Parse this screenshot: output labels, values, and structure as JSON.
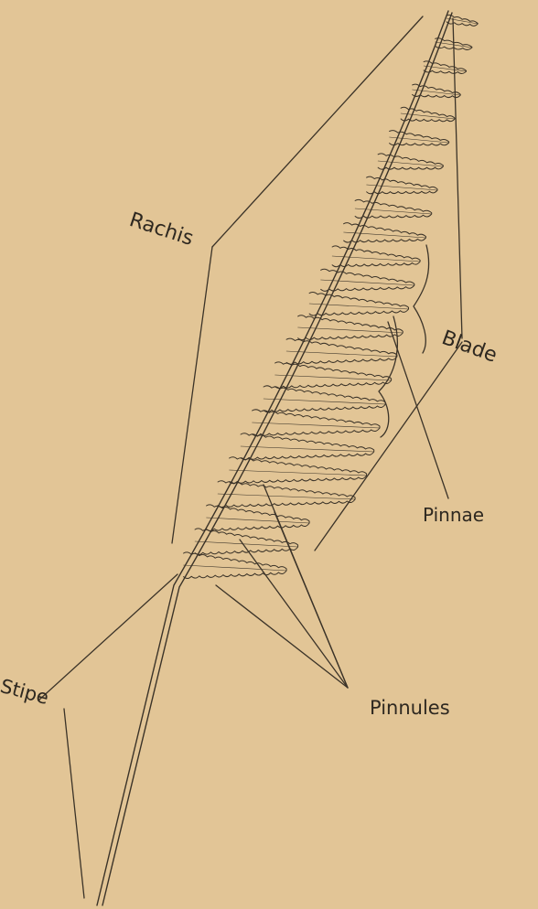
{
  "labels": {
    "rachis": "Rachis",
    "blade": "Blade",
    "pinnae": "Pinnae",
    "pinnules": "Pinnules",
    "stipe": "Stipe"
  },
  "colors": {
    "background": "#e2c596",
    "ink": "#3b3328"
  }
}
